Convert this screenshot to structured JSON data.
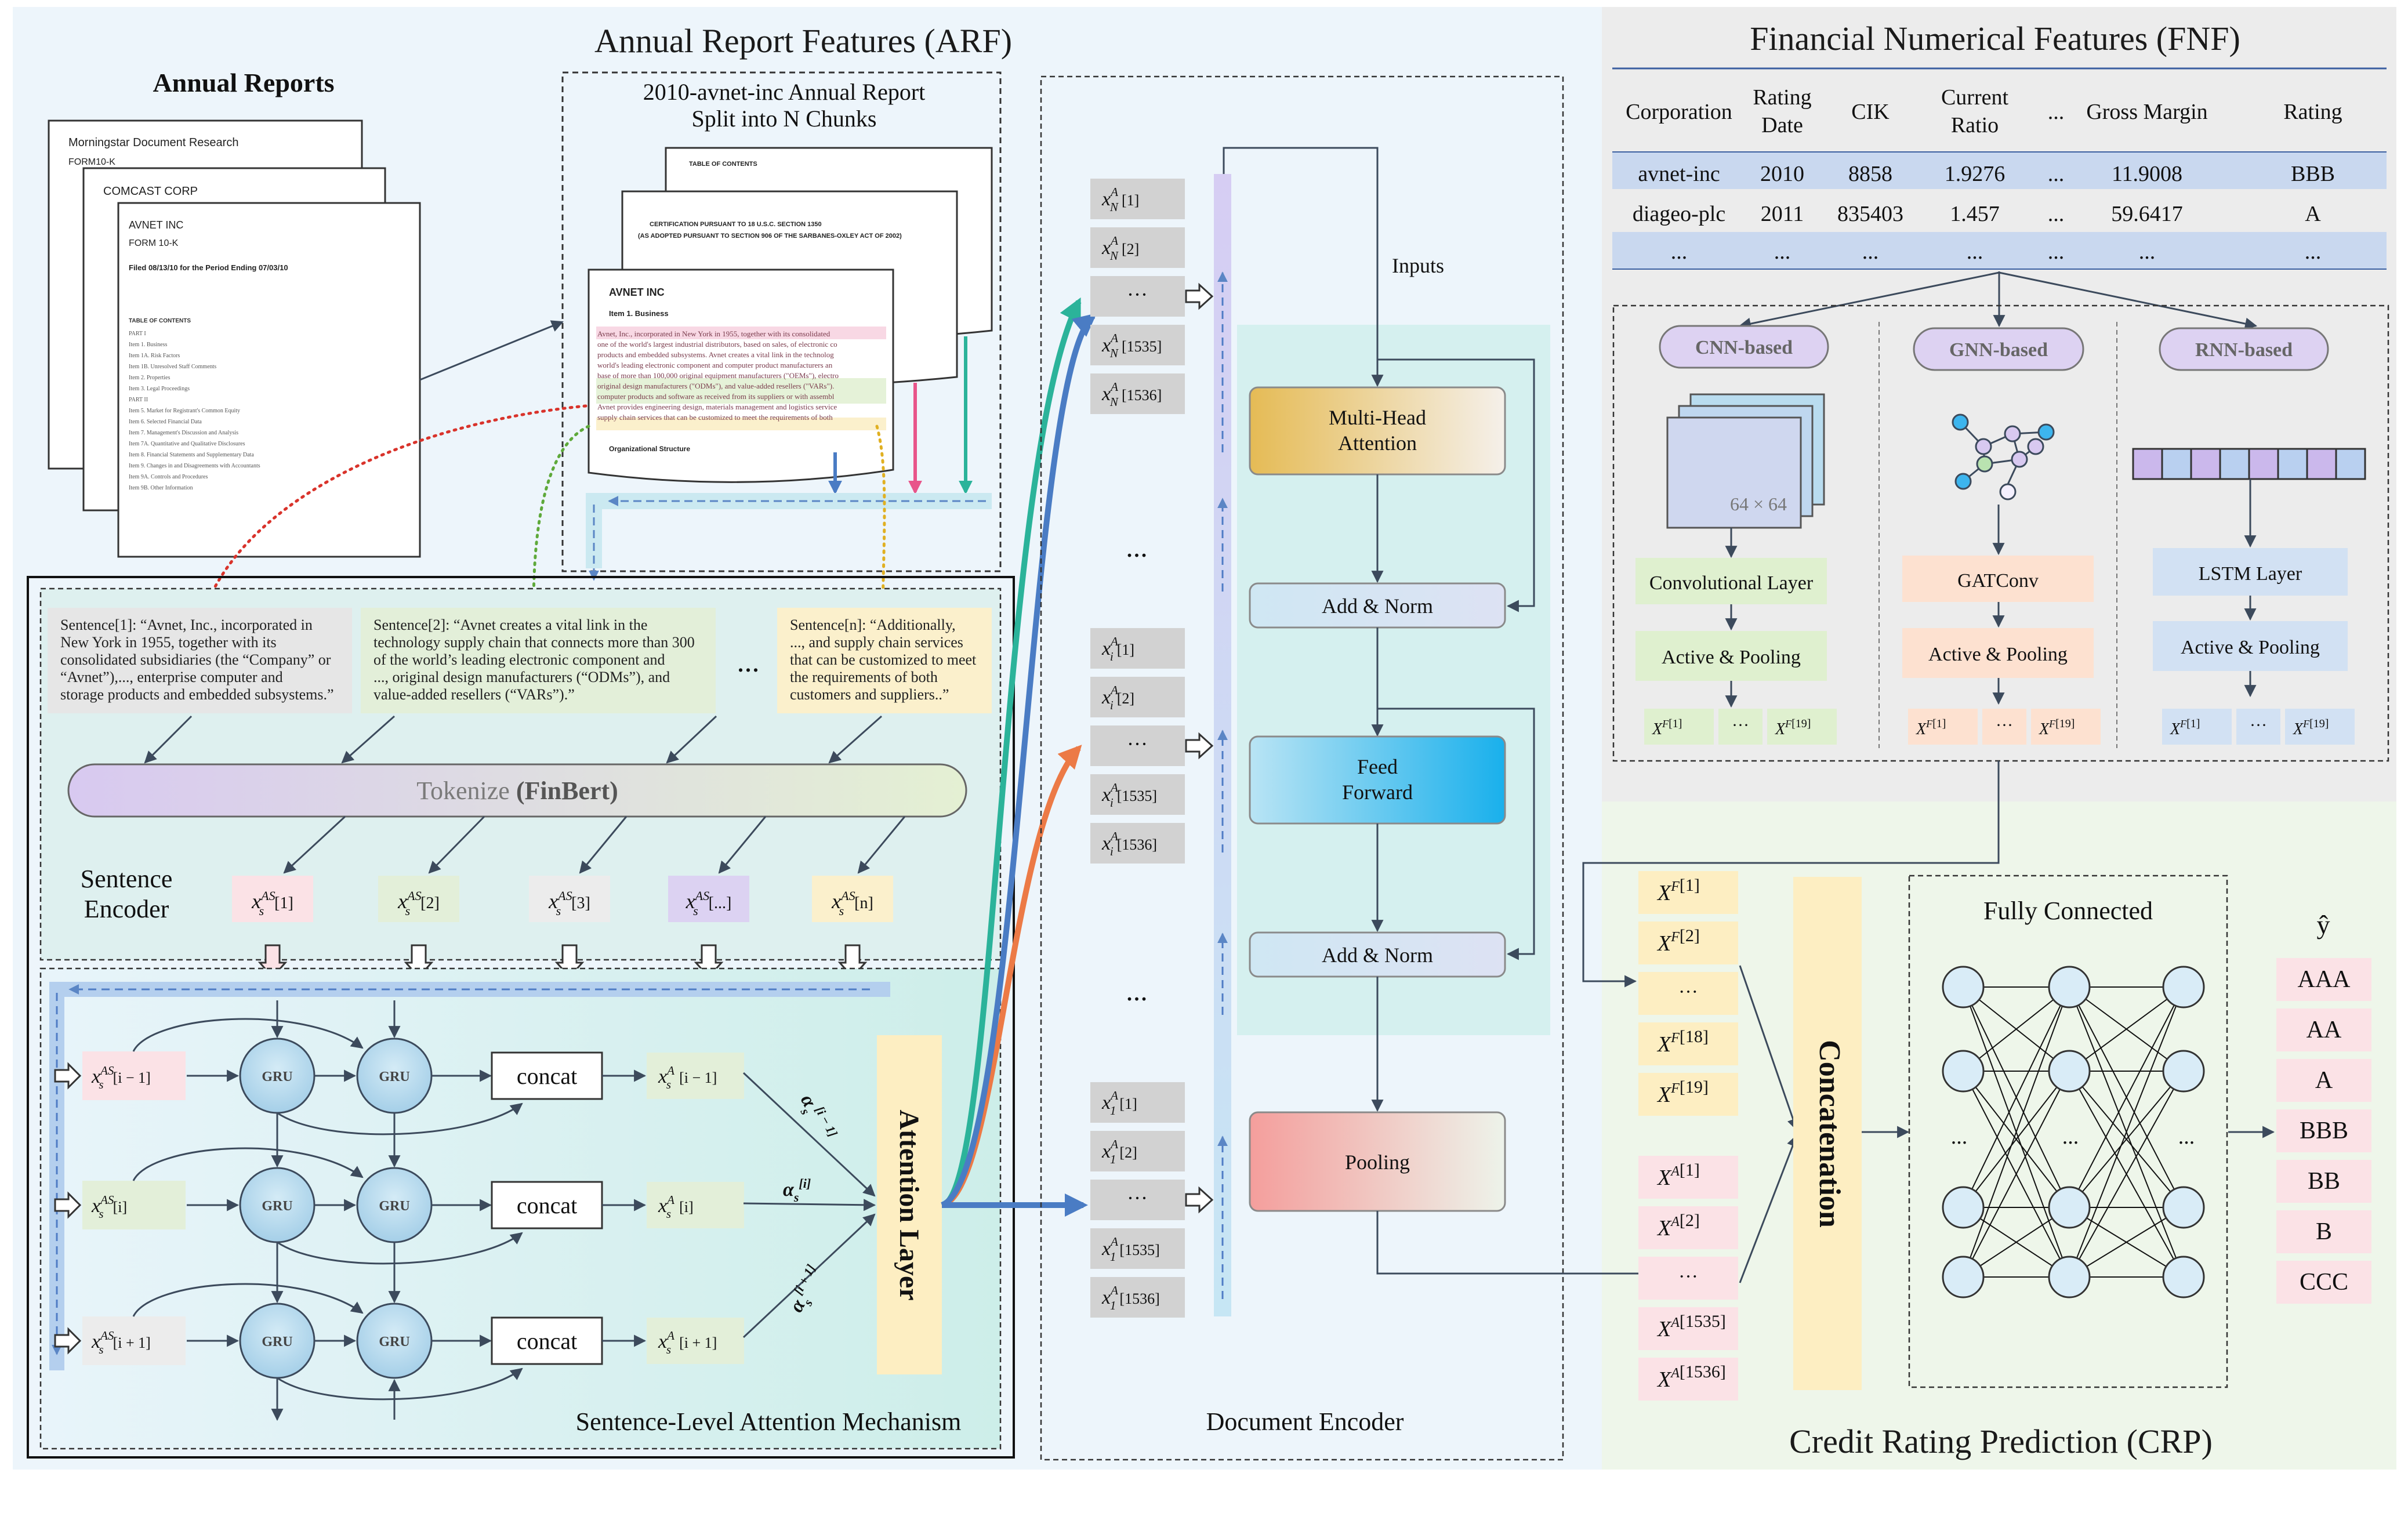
{
  "arf": {
    "title": "Annual Report Features (ARF)",
    "annual_reports_label": "Annual Reports",
    "doc_front": {
      "header1": "Morningstar Document Research",
      "header2": "FORM10-K",
      "company2": "COMCAST CORP",
      "company": "AVNET INC",
      "form": "FORM 10-K",
      "filed": "Filed 08/13/10 for the Period Ending 07/03/10",
      "toc": "TABLE OF CONTENTS",
      "lines": [
        "PART I",
        "Item 1. Business",
        "Item 1A. Risk Factors",
        "Item 1B. Unresolved Staff Comments",
        "Item 2. Properties",
        "Item 3. Legal Proceedings",
        "PART II",
        "Item 5. Market for Registrant's Common Equity",
        "Item 6. Selected Financial Data",
        "Item 7. Management's Discussion and Analysis",
        "Item 7A. Quantitative and Qualitative Disclosures",
        "Item 8. Financial Statements and Supplementary Data",
        "Item 9. Changes in and Disagreements with Accountants",
        "Item 9A. Controls and Procedures",
        "Item 9B. Other Information"
      ]
    },
    "chunks_title_line1": "2010-avnet-inc Annual Report",
    "chunks_title_line2": "Split into N Chunks",
    "chunk_back1": "TABLE OF CONTENTS",
    "chunk_back2": "CERTIFICATION PURSUANT TO 18 U.S.C. SECTION 1350",
    "chunk_back2_sub": "(AS ADOPTED PURSUANT TO SECTION 906 OF THE SARBANES-OXLEY ACT OF 2002)",
    "chunk_front_title": "AVNET INC",
    "chunk_front_item": "Item 1. Business",
    "chunk_front_lines": [
      "Avnet, Inc., incorporated in New York in 1955, together with its consolidated",
      "one of the world's largest industrial distributors, based on sales, of electronic co",
      "products and embedded subsystems. Avnet creates a vital link in the technolog",
      "world's leading electronic component and computer product manufacturers an",
      "base of more than 100,000 original equipment manufacturers (\"OEMs\"), electro",
      "original design manufacturers (\"ODMs\"), and value-added resellers (\"VARs\").",
      "computer products and software as received from its suppliers or with assembl",
      "Avnet provides engineering design, materials management and logistics service",
      "supply chain services that can be customized to meet the requirements of both"
    ],
    "chunk_front_footer": "Organizational Structure",
    "sentences": [
      {
        "label": "Sentence[1]: “Avnet, Inc., incorporated in New York in 1955, together with its consolidated subsidiaries (the “Company” or “Avnet”),..., enterprise computer and storage products and embedded subsystems.”"
      },
      {
        "label": "Sentence[2]: “Avnet creates a vital link in the technology supply chain that connects more than 300 of the world’s leading electronic component and ..., original design manufacturers (“ODMs”), and value-added resellers (“VARs”).”"
      },
      {
        "label": "Sentence[n]: “Additionally, ..., and supply chain services that can be customized to meet the requirements of both customers and suppliers..”"
      }
    ],
    "ellipsis": "...",
    "tokenize": "Tokenize",
    "finbert": "(FinBert)",
    "sentence_encoder_line1": "Sentence",
    "sentence_encoder_line2": "Encoder",
    "token_labels": [
      "[1]",
      "[2]",
      "[3]",
      "[...]",
      "[n]"
    ],
    "gru_label": "GRU",
    "concat_label": "concat",
    "row_idx": [
      "[i − 1]",
      "[i]",
      "[i + 1]"
    ],
    "attention_layer": "Attention Layer",
    "sla_title": "Sentence-Level Attention Mechanism"
  },
  "doc_encoder": {
    "title": "Document Encoder",
    "groups": [
      {
        "sub": "N",
        "items": [
          "[1]",
          "[2]",
          "···",
          "[1535]",
          "[1536]"
        ]
      },
      {
        "sub": "i",
        "items": [
          "[1]",
          "[2]",
          "···",
          "[1535]",
          "[1536]"
        ]
      },
      {
        "sub": "1",
        "items": [
          "[1]",
          "[2]",
          "···",
          "[1535]",
          "[1536]"
        ]
      }
    ],
    "dots": "...",
    "inputs": "Inputs",
    "mha_line1": "Multi-Head",
    "mha_line2": "Attention",
    "add_norm": "Add & Norm",
    "ff_line1": "Feed",
    "ff_line2": "Forward",
    "pooling": "Pooling"
  },
  "fnf": {
    "title": "Financial Numerical Features (FNF)",
    "columns": [
      [
        "Corporation"
      ],
      [
        "Rating",
        "Date"
      ],
      [
        "CIK"
      ],
      [
        "Current",
        "Ratio"
      ],
      [
        "..."
      ],
      [
        "Gross Margin"
      ],
      [
        "Rating"
      ]
    ],
    "rows": [
      [
        "avnet-inc",
        "2010",
        "8858",
        "1.9276",
        "...",
        "11.9008",
        "BBB"
      ],
      [
        "diageo-plc",
        "2011",
        "835403",
        "1.457",
        "...",
        "59.6417",
        "A"
      ],
      [
        "...",
        "...",
        "...",
        "...",
        "...",
        "...",
        "..."
      ]
    ],
    "cnn": {
      "tag": "CNN-based",
      "size": "64 × 64",
      "layer": "Convolutional Layer",
      "pool": "Active & Pooling"
    },
    "gnn": {
      "tag": "GNN-based",
      "layer": "GATConv",
      "pool": "Active & Pooling"
    },
    "rnn": {
      "tag": "RNN-based",
      "layer": "LSTM Layer",
      "pool": "Active & Pooling"
    },
    "out_first": "[1]",
    "out_last": "[19]",
    "out_dots": "···"
  },
  "crp": {
    "title": "Credit Rating Prediction (CRP)",
    "xf": [
      "[1]",
      "[2]",
      "···",
      "[18]",
      "[19]"
    ],
    "xa": [
      "[1]",
      "[2]",
      "···",
      "[1535]",
      "[1536]"
    ],
    "concatenation": "Concatenation",
    "fully_connected": "Fully Connected",
    "fc_dots": "...",
    "y_hat": "ŷ",
    "ratings": [
      "AAA",
      "AA",
      "A",
      "BBB",
      "BB",
      "B",
      "CCC"
    ]
  },
  "colors": {
    "arf_bg": "#edf5fb",
    "fnf_bg": "#eeeeee",
    "crp_bg": "#eef6ea",
    "token_purple": "#dcd2f2",
    "gru_blue": "#b7d9ee",
    "attention_yellow": "#fdeec2",
    "mha_gold": "#e8c36b",
    "ff_blue": "#3cbdee",
    "pooling_pink": "#f7a9a6",
    "table_highlight": "#c9d8ef"
  }
}
